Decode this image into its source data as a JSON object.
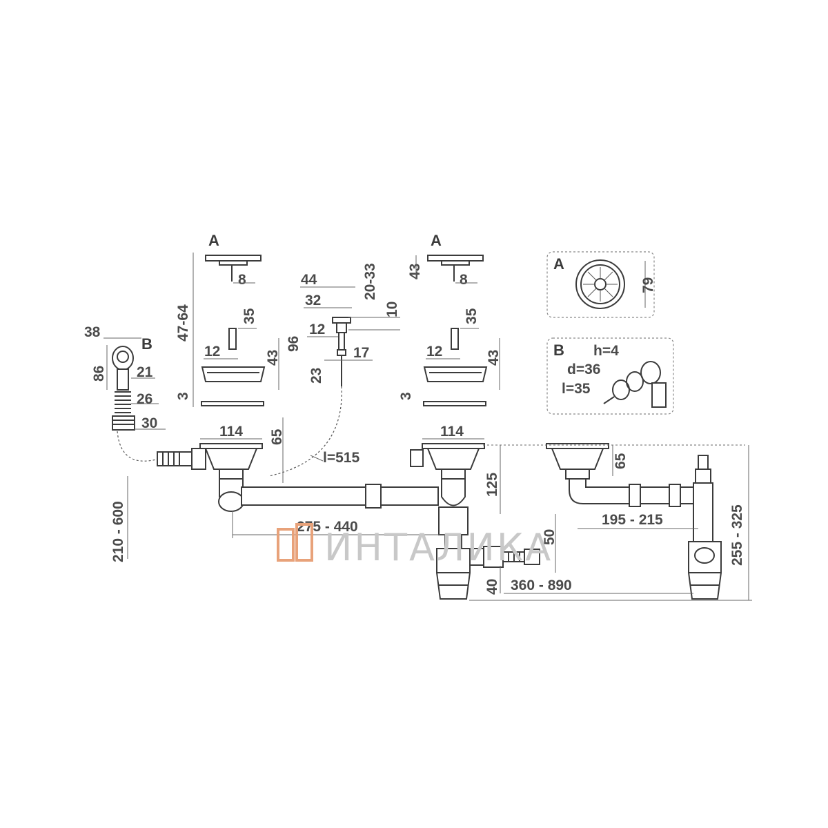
{
  "labels": {
    "A": "A",
    "B": "B"
  },
  "dimensions": {
    "d38": "38",
    "d86": "86",
    "d21": "21",
    "d26": "26",
    "d30": "30",
    "d210_600": "210 - 600",
    "d47_64": "47-64",
    "d8_left": "8",
    "d35_left": "35",
    "d12_left": "12",
    "d43_left": "43",
    "d3_left": "3",
    "d114_left": "114",
    "d65_left": "65",
    "d44": "44",
    "d32": "32",
    "d20_33": "20-33",
    "d10": "10",
    "d96": "96",
    "d12_mid": "12",
    "d23": "23",
    "d17": "17",
    "d515": "l=515",
    "d43_topright": "43",
    "d8_right": "8",
    "d35_right": "35",
    "d12_right": "12",
    "d43_right": "43",
    "d3_right": "3",
    "d114_right": "114",
    "d125": "125",
    "d275_440": "275 - 440",
    "d50": "50",
    "d40": "40",
    "d360_890": "360 - 890",
    "d65_right": "65",
    "d195_215": "195 - 215",
    "d255_325": "255 - 325",
    "d79": "79",
    "h4": "h=4",
    "d36": "d=36",
    "l35": "l=35"
  },
  "watermark": {
    "text": "ИНТАЛИКА",
    "accent": "#e8a27a"
  }
}
